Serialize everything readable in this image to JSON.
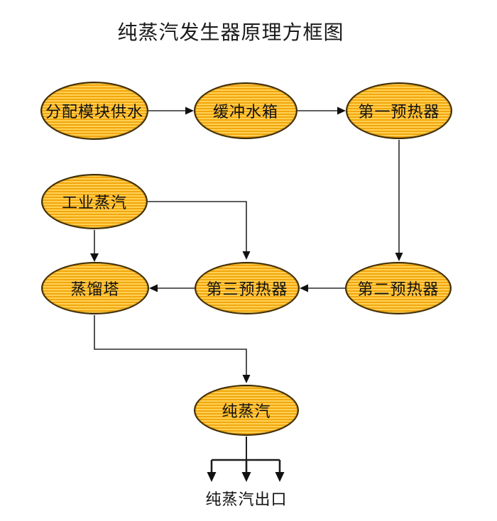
{
  "title": "纯蒸汽发生器原理方框图",
  "nodes": [
    {
      "id": "distribution-module-water-supply",
      "label": "分配模块供水"
    },
    {
      "id": "buffer-water-tank",
      "label": "缓冲水箱"
    },
    {
      "id": "first-preheater",
      "label": "第一预热器"
    },
    {
      "id": "industrial-steam",
      "label": "工业蒸汽"
    },
    {
      "id": "distillation-tower",
      "label": "蒸馏塔"
    },
    {
      "id": "third-preheater",
      "label": "第三预热器"
    },
    {
      "id": "second-preheater",
      "label": "第二预热器"
    },
    {
      "id": "pure-steam",
      "label": "纯蒸汽"
    }
  ],
  "outlet_label": "纯蒸汽出口",
  "edges": [
    {
      "from": "分配模块供水",
      "to": "缓冲水箱"
    },
    {
      "from": "缓冲水箱",
      "to": "第一预热器"
    },
    {
      "from": "第一预热器",
      "to": "第二预热器"
    },
    {
      "from": "工业蒸汽",
      "to": "第三预热器"
    },
    {
      "from": "工业蒸汽",
      "to": "蒸馏塔"
    },
    {
      "from": "第二预热器",
      "to": "第三预热器"
    },
    {
      "from": "第三预热器",
      "to": "蒸馏塔"
    },
    {
      "from": "蒸馏塔",
      "to": "纯蒸汽"
    },
    {
      "from": "纯蒸汽",
      "to": "纯蒸汽出口",
      "arrows": 3
    }
  ],
  "colors": {
    "node_fill_light": "#ffd155",
    "node_fill_dark": "#f2a60d",
    "node_border": "#3d2b02",
    "connector": "#2a2a2a",
    "arrowhead": "#111111",
    "background": "#ffffff",
    "text": "#111111"
  }
}
